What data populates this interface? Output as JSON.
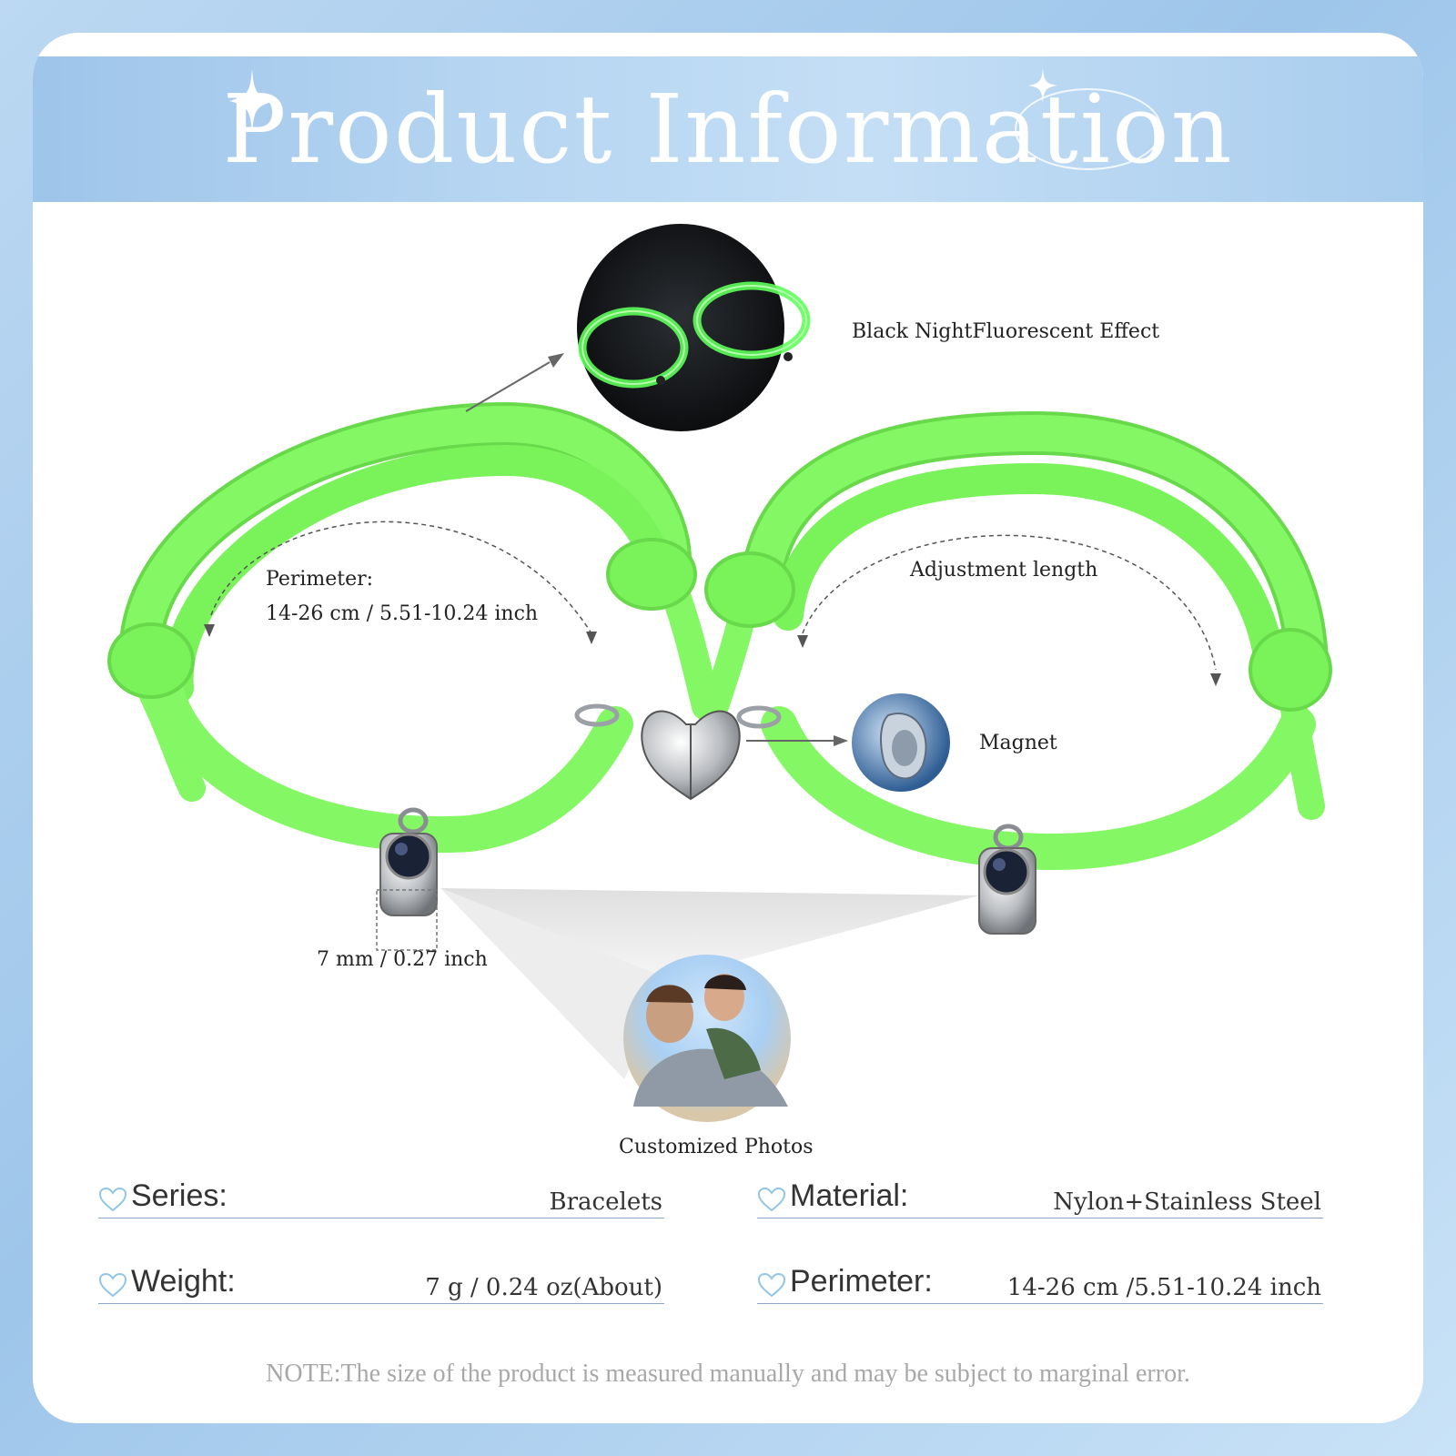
{
  "banner": {
    "title": "Product Information"
  },
  "callouts": {
    "fluorescent": "Black NightFluorescent Effect",
    "perimeter": "Perimeter:\n14-26 cm / 5.51-10.24 inch",
    "adjustment": "Adjustment length",
    "magnet": "Magnet",
    "bead_size": "7 mm / 0.27 inch",
    "photos": "Customized Photos"
  },
  "specs": {
    "series": {
      "label": "Series:",
      "value": "Bracelets"
    },
    "material": {
      "label": "Material:",
      "value": "Nylon+Stainless Steel"
    },
    "weight": {
      "label": "Weight:",
      "value": "7 g / 0.24 oz(About)"
    },
    "perimeter": {
      "label": "Perimeter:",
      "value": "14-26 cm /5.51-10.24 inch"
    }
  },
  "note": "NOTE:The size of the product is measured manually and may be subject to marginal error.",
  "colors": {
    "cord": "#7cf55a",
    "banner": "#a9cdee",
    "background": "#9ec6ea",
    "rule": "#8aa6c8",
    "heart_icon": "#8fc6e8",
    "note_text": "#a8a8a8"
  },
  "icons": [
    "sparkle-icon",
    "heart-outline-icon"
  ]
}
